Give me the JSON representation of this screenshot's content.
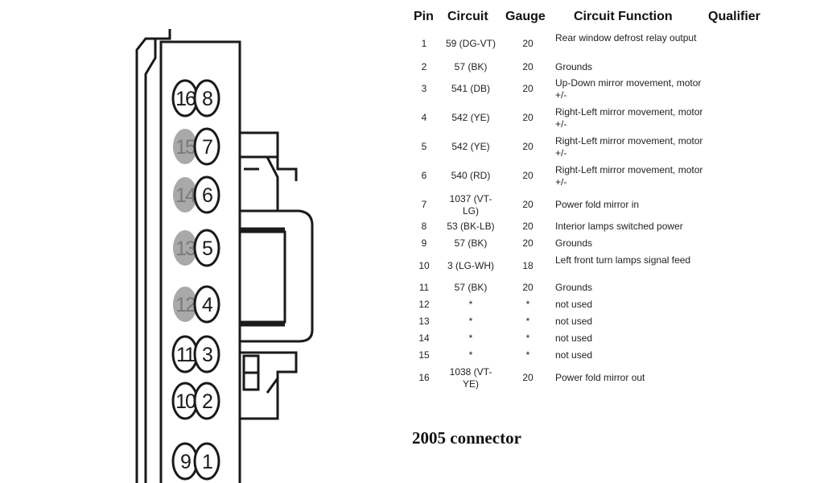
{
  "table": {
    "headers": {
      "pin": "Pin",
      "circuit": "Circuit",
      "gauge": "Gauge",
      "function": "Circuit Function",
      "qualifier": "Qualifier"
    },
    "rows": [
      {
        "pin": "1",
        "circuit": "59 (DG-VT)",
        "gauge": "20",
        "function": "Rear window defrost relay output"
      },
      {
        "pin": "2",
        "circuit": "57 (BK)",
        "gauge": "20",
        "function": "Grounds"
      },
      {
        "pin": "3",
        "circuit": "541 (DB)",
        "gauge": "20",
        "function": "Up-Down mirror movement, motor +/-"
      },
      {
        "pin": "4",
        "circuit": "542 (YE)",
        "gauge": "20",
        "function": "Right-Left mirror movement, motor +/-"
      },
      {
        "pin": "5",
        "circuit": "542 (YE)",
        "gauge": "20",
        "function": "Right-Left mirror movement, motor +/-"
      },
      {
        "pin": "6",
        "circuit": "540 (RD)",
        "gauge": "20",
        "function": "Right-Left mirror movement, motor +/-"
      },
      {
        "pin": "7",
        "circuit": "1037 (VT-LG)",
        "gauge": "20",
        "function": "Power fold mirror in"
      },
      {
        "pin": "8",
        "circuit": "53 (BK-LB)",
        "gauge": "20",
        "function": "Interior lamps switched power"
      },
      {
        "pin": "9",
        "circuit": "57 (BK)",
        "gauge": "20",
        "function": "Grounds"
      },
      {
        "pin": "10",
        "circuit": "3 (LG-WH)",
        "gauge": "18",
        "function": "Left front turn lamps signal feed"
      },
      {
        "pin": "11",
        "circuit": "57 (BK)",
        "gauge": "20",
        "function": "Grounds"
      },
      {
        "pin": "12",
        "circuit": "*",
        "gauge": "*",
        "function": "not used"
      },
      {
        "pin": "13",
        "circuit": "*",
        "gauge": "*",
        "function": "not used"
      },
      {
        "pin": "14",
        "circuit": "*",
        "gauge": "*",
        "function": "not used"
      },
      {
        "pin": "15",
        "circuit": "*",
        "gauge": "*",
        "function": "not used"
      },
      {
        "pin": "16",
        "circuit": "1038 (VT-YE)",
        "gauge": "20",
        "function": "Power fold mirror out"
      }
    ]
  },
  "caption": "2005 connector",
  "connector": {
    "left_column_pins": [
      "16",
      "15",
      "14",
      "13",
      "12",
      "11",
      "10",
      "9"
    ],
    "right_column_pins": [
      "8",
      "7",
      "6",
      "5",
      "4",
      "3",
      "2",
      "1"
    ],
    "unused_pins": [
      "15",
      "14",
      "13",
      "12"
    ],
    "colors": {
      "outline": "#1a1a1a",
      "unused_fill": "#a9a9a9",
      "unused_text": "#7a7a7a",
      "used_fill": "#ffffff"
    }
  }
}
